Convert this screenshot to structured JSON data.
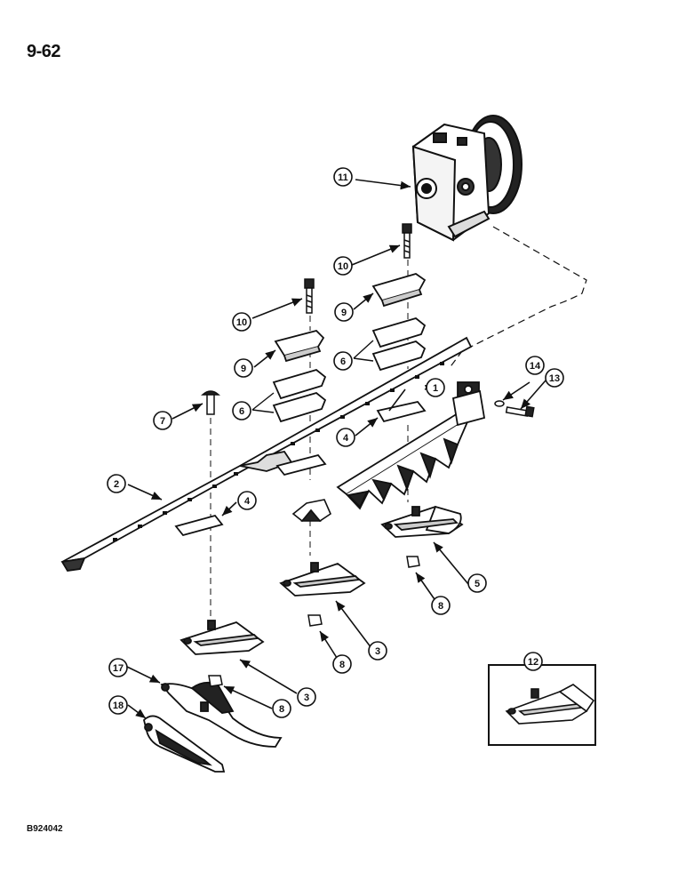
{
  "page": {
    "number": "9-62",
    "figure_code": "B924042"
  },
  "callouts": [
    {
      "id": "c1",
      "label": "1"
    },
    {
      "id": "c2",
      "label": "2"
    },
    {
      "id": "c3a",
      "label": "3"
    },
    {
      "id": "c3b",
      "label": "3"
    },
    {
      "id": "c4a",
      "label": "4"
    },
    {
      "id": "c4b",
      "label": "4"
    },
    {
      "id": "c5",
      "label": "5"
    },
    {
      "id": "c6a",
      "label": "6"
    },
    {
      "id": "c6b",
      "label": "6"
    },
    {
      "id": "c7",
      "label": "7"
    },
    {
      "id": "c8a",
      "label": "8"
    },
    {
      "id": "c8b",
      "label": "8"
    },
    {
      "id": "c8c",
      "label": "8"
    },
    {
      "id": "c9a",
      "label": "9"
    },
    {
      "id": "c9b",
      "label": "9"
    },
    {
      "id": "c10a",
      "label": "10"
    },
    {
      "id": "c10b",
      "label": "10"
    },
    {
      "id": "c11",
      "label": "11"
    },
    {
      "id": "c12",
      "label": "12"
    },
    {
      "id": "c13",
      "label": "13"
    },
    {
      "id": "c14",
      "label": "14"
    },
    {
      "id": "c17",
      "label": "17"
    },
    {
      "id": "c18",
      "label": "18"
    }
  ],
  "colors": {
    "ink": "#111111",
    "paper": "#ffffff"
  }
}
